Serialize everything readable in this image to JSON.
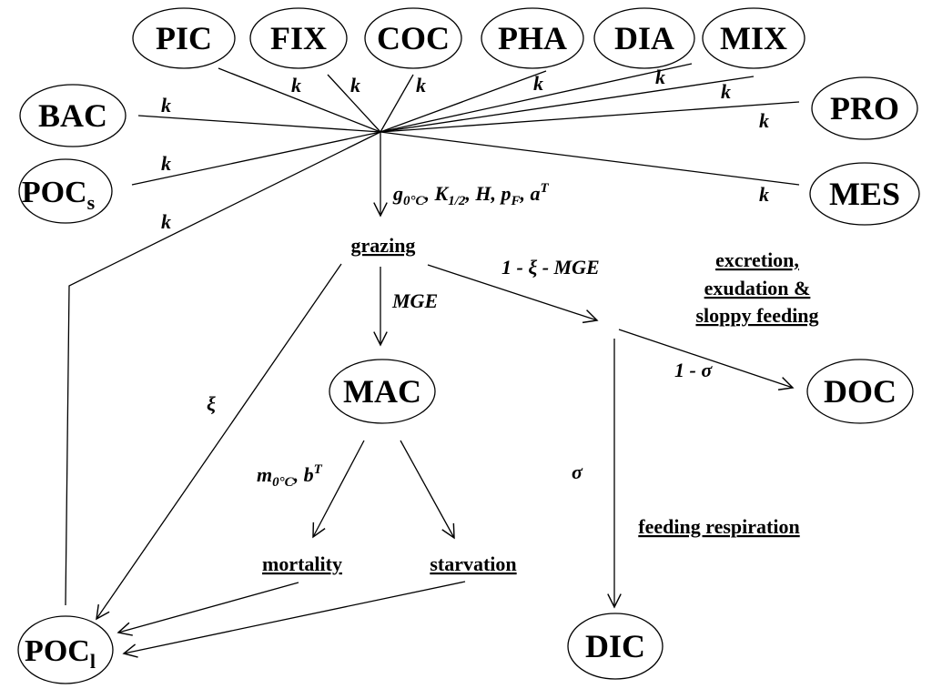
{
  "nodes": {
    "pic": "PIC",
    "fix": "FIX",
    "coc": "COC",
    "pha": "PHA",
    "dia": "DIA",
    "mix": "MIX",
    "bac": "BAC",
    "pro": "PRO",
    "pocs_main": "POC",
    "pocs_sub": "s",
    "mes": "MES",
    "mac": "MAC",
    "doc": "DOC",
    "dic": "DIC",
    "pocl_main": "POC",
    "pocl_sub": "l"
  },
  "processes": {
    "grazing": "grazing",
    "excretion_line1": "excretion,",
    "excretion_line2": "exudation &",
    "excretion_line3": "sloppy feeding",
    "mortality": "mortality",
    "starvation": "starvation",
    "feeding_respiration": "feeding respiration"
  },
  "edge_labels": {
    "k": "k",
    "graze_params_g": "g",
    "graze_params_g_sub": "0°C",
    "graze_params_k": "K",
    "graze_params_k_sub": "1/2",
    "graze_params_h": "H",
    "graze_params_p": "p",
    "graze_params_p_sub": "F",
    "graze_params_a": "a",
    "graze_params_a_sup": "T",
    "mge": "MGE",
    "one_minus_xi_mge": "1 - ξ - MGE",
    "xi": "ξ",
    "one_minus_sigma": "1 - σ",
    "sigma": "σ",
    "mort_m": "m",
    "mort_m_sub": "0°C",
    "mort_b": "b",
    "mort_b_sup": "T"
  }
}
